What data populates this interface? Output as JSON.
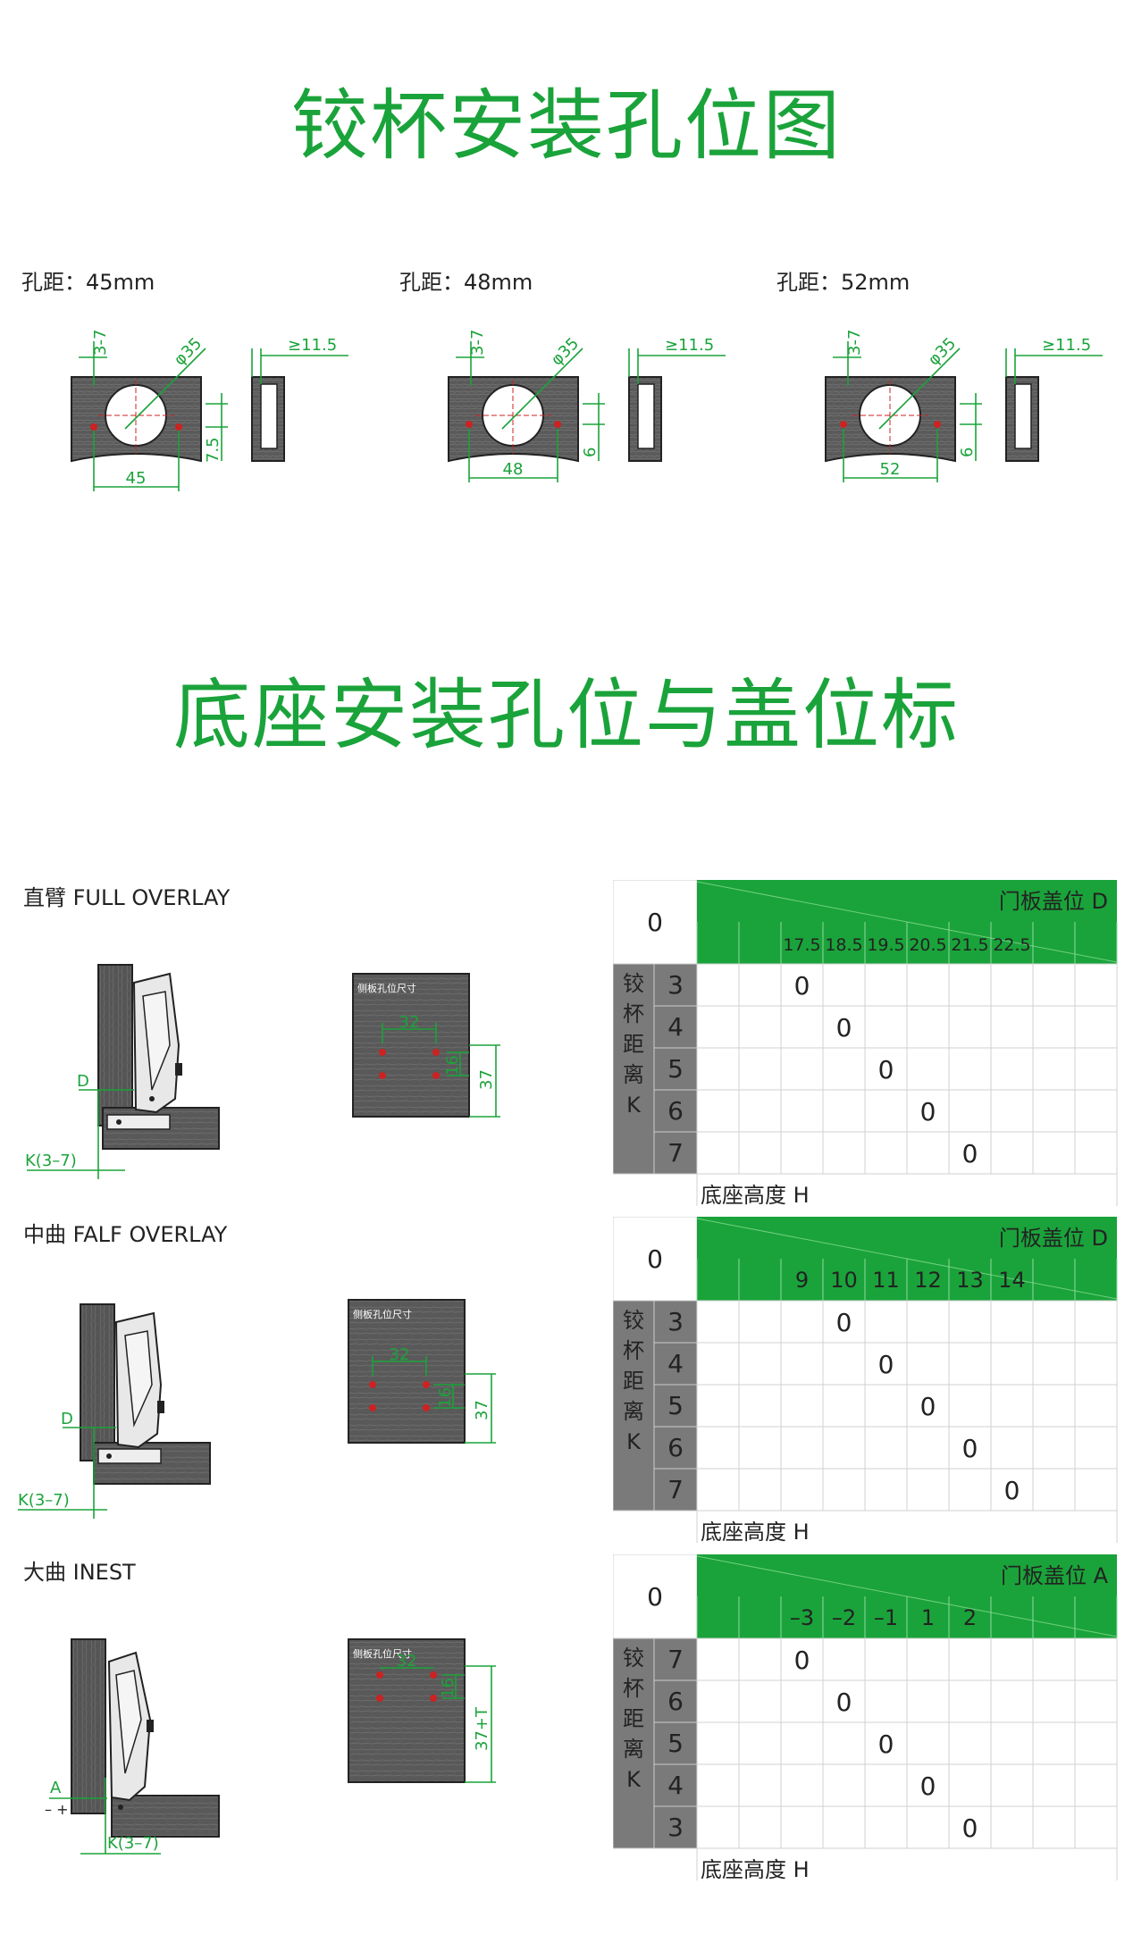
{
  "title1": "铰杯安装孔位图",
  "title2": "底座安装孔位与盖位标",
  "cup_diagrams": [
    {
      "label": "孔距：45mm",
      "spacing": "45",
      "offset": "7.5",
      "edge": "3-7",
      "dia": "φ35",
      "side": "≥11.5"
    },
    {
      "label": "孔距：48mm",
      "spacing": "48",
      "offset": "6",
      "edge": "3-7",
      "dia": "φ35",
      "side": "≥11.5"
    },
    {
      "label": "孔距：52mm",
      "spacing": "52",
      "offset": "6",
      "edge": "3-7",
      "dia": "φ35",
      "side": "≥11.5"
    }
  ],
  "sections": [
    {
      "label": "直臂  FULL OVERLAY",
      "gap_label": "D",
      "k_label": "K(3–7)",
      "plate_caption": "侧板孔位尺寸",
      "dim_32": "32",
      "dim_small": "16",
      "dim_big": "37",
      "table": {
        "corner": "0",
        "header": "门板盖位  D",
        "cols": [
          "17.5",
          "18.5",
          "19.5",
          "20.5",
          "21.5",
          "22.5"
        ],
        "side_title": [
          "铰",
          "杯",
          "距",
          "离",
          "K"
        ],
        "rows": [
          "3",
          "4",
          "5",
          "6",
          "7"
        ],
        "footer": "底座高度  H",
        "zeros": [
          [
            0,
            0
          ],
          [
            1,
            1
          ],
          [
            2,
            2
          ],
          [
            3,
            3
          ],
          [
            4,
            4
          ]
        ]
      }
    },
    {
      "label": "中曲  FALF OVERLAY",
      "gap_label": "D",
      "k_label": "K(3–7)",
      "plate_caption": "侧板孔位尺寸",
      "dim_32": "32",
      "dim_small": "16",
      "dim_big": "37",
      "table": {
        "corner": "0",
        "header": "门板盖位  D",
        "cols": [
          "9",
          "10",
          "11",
          "12",
          "13",
          "14"
        ],
        "side_title": [
          "铰",
          "杯",
          "距",
          "离",
          "K"
        ],
        "rows": [
          "3",
          "4",
          "5",
          "6",
          "7"
        ],
        "footer": "底座高度  H",
        "zeros": [
          [
            0,
            1
          ],
          [
            1,
            2
          ],
          [
            2,
            3
          ],
          [
            3,
            4
          ],
          [
            4,
            5
          ]
        ]
      }
    },
    {
      "label": "大曲  INEST",
      "gap_label": "A",
      "sign_label": "– +",
      "k_label": "K(3–7)",
      "plate_caption": "侧板孔位尺寸",
      "dim_32": "32",
      "dim_small": "16",
      "dim_big": "37+T",
      "table": {
        "corner": "0",
        "header": "门板盖位  A",
        "cols": [
          "–3",
          "–2",
          "–1",
          "1",
          "2",
          ""
        ],
        "side_title": [
          "铰",
          "杯",
          "距",
          "离",
          "K"
        ],
        "rows": [
          "7",
          "6",
          "5",
          "4",
          "3"
        ],
        "footer": "底座高度  H",
        "zeros": [
          [
            0,
            0
          ],
          [
            1,
            1
          ],
          [
            2,
            2
          ],
          [
            3,
            3
          ],
          [
            4,
            4
          ]
        ]
      }
    }
  ]
}
